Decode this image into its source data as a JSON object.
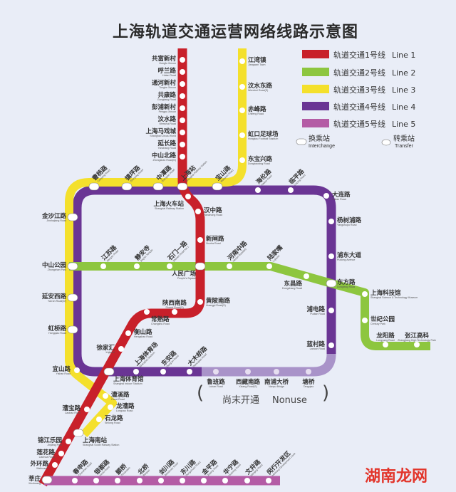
{
  "title": "上海轨道交通运营网络线路示意图",
  "colors": {
    "line1": "#c8202a",
    "line2": "#8dc63f",
    "line3": "#f4e02c",
    "line4": "#6a3594",
    "line4_unopened": "#a993c9",
    "line5": "#b45ca5",
    "background": "#e9edf7"
  },
  "legend": {
    "lines": [
      {
        "cn": "轨道交通1号线",
        "en": "Line 1"
      },
      {
        "cn": "轨道交通2号线",
        "en": "Line 2"
      },
      {
        "cn": "轨道交通3号线",
        "en": "Line 3"
      },
      {
        "cn": "轨道交通4号线",
        "en": "Line 4"
      },
      {
        "cn": "轨道交通5号线",
        "en": "Line 5"
      }
    ],
    "interchange_cn": "换乘站",
    "interchange_en": "Interchange",
    "transfer_cn": "转乘站",
    "transfer_en": "Transfer"
  },
  "nonuse": {
    "cn": "尚末开通",
    "en": "Nonuse"
  },
  "watermark": "湖南龙网",
  "stations": [
    {
      "name": "共富新村",
      "en": "Gongfu Xincun"
    },
    {
      "name": "呼兰路",
      "en": "Hulan Road"
    },
    {
      "name": "通河新村",
      "en": "Tonghe Xincun"
    },
    {
      "name": "共康路",
      "en": "Gongkang Road"
    },
    {
      "name": "彭浦新村",
      "en": "Pengpu Xincun"
    },
    {
      "name": "汶水路",
      "en": "Wenshui Road"
    },
    {
      "name": "上海马戏城",
      "en": "Shanghai Circus World"
    },
    {
      "name": "延长路",
      "en": "Yanchang Road"
    },
    {
      "name": "中山北路",
      "en": "Zhongshan Road(N)"
    },
    {
      "name": "江湾镇",
      "en": "Jiangwan Town"
    },
    {
      "name": "汶水东路",
      "en": "Wenshui Road(E)"
    },
    {
      "name": "赤峰路",
      "en": "Chifeng Road"
    },
    {
      "name": "虹口足球场",
      "en": "Hongkou Football Stadium"
    },
    {
      "name": "东宝兴路",
      "en": "Dongbaoxing Road"
    },
    {
      "name": "曹杨路",
      "en": "Caoyang Road"
    },
    {
      "name": "镇坪路",
      "en": "Zhenping Road"
    },
    {
      "name": "中潭路",
      "en": "Zhongtan Road"
    },
    {
      "name": "上海站",
      "en": "Shanghai Railway Station"
    },
    {
      "name": "宝山路",
      "en": "Baoshan Road"
    },
    {
      "name": "海伦路",
      "en": "Hailun Road"
    },
    {
      "name": "临平路",
      "en": "Linping Road"
    },
    {
      "name": "上海火车站",
      "en": "Shanghai Railway Station"
    },
    {
      "name": "汉中路",
      "en": "Hanzhong Road"
    },
    {
      "name": "新闸路",
      "en": "Xinzha Road"
    },
    {
      "name": "人民广场",
      "en": "People's Square"
    },
    {
      "name": "黄陂南路",
      "en": "Huangpi Road(S)"
    },
    {
      "name": "陕西南路",
      "en": "Shanxi Road(S)"
    },
    {
      "name": "常熟路",
      "en": "Changshu Road"
    },
    {
      "name": "衡山路",
      "en": "Hengshan Road"
    },
    {
      "name": "徐家汇",
      "en": "Xujiahui"
    },
    {
      "name": "上海体育馆",
      "en": "Shanghai Indoor Stadium"
    },
    {
      "name": "漕宝路",
      "en": "Caobao Road"
    },
    {
      "name": "上海南站",
      "en": "Shanghai South Railway Station"
    },
    {
      "name": "锦江乐园",
      "en": "Jinjiang Park"
    },
    {
      "name": "莲花路",
      "en": "Lianhua Road"
    },
    {
      "name": "外环路",
      "en": "Waihuanlu"
    },
    {
      "name": "莘庄",
      "en": "Xinzhuang"
    },
    {
      "name": "宜山路",
      "en": "Yishan Road"
    },
    {
      "name": "漕溪路",
      "en": "Caoxi Road"
    },
    {
      "name": "龙漕路",
      "en": "Longcao Road"
    },
    {
      "name": "石龙路",
      "en": "Shilong Road"
    },
    {
      "name": "金沙江路",
      "en": "Jinshajiang Road"
    },
    {
      "name": "中山公园",
      "en": "Zhongshan Park"
    },
    {
      "name": "延安西路",
      "en": "Yan'an Road(W)"
    },
    {
      "name": "虹桥路",
      "en": "Hongqiao Road"
    },
    {
      "name": "大连路",
      "en": "Dalian Road"
    },
    {
      "name": "杨树浦路",
      "en": "Yangshupu Road"
    },
    {
      "name": "浦东大道",
      "en": "Pudong Avenue"
    },
    {
      "name": "东方路",
      "en": "Dongfang Road"
    },
    {
      "name": "浦电路",
      "en": "Pudian Road"
    },
    {
      "name": "蓝村路",
      "en": "Lancun Road"
    },
    {
      "name": "上海体育场",
      "en": "Shanghai Stadium"
    },
    {
      "name": "东安路",
      "en": "Dong'an Road"
    },
    {
      "name": "大木桥路",
      "en": "Damuqiao Road"
    },
    {
      "name": "鲁班路",
      "en": "Luban Road"
    },
    {
      "name": "西藏南路",
      "en": "Xizang Road(S)"
    },
    {
      "name": "南浦大桥",
      "en": "Nanpu Bridge"
    },
    {
      "name": "塘桥",
      "en": "Tangqiao"
    },
    {
      "name": "江苏路",
      "en": "Jiangsu Road"
    },
    {
      "name": "静安寺",
      "en": "Jing'an Temple"
    },
    {
      "name": "石门一路",
      "en": "Shimen Road No.1"
    },
    {
      "name": "河南中路",
      "en": "Henan Road(M)"
    },
    {
      "name": "陆家嘴",
      "en": "Lujiazui"
    },
    {
      "name": "东昌路",
      "en": "Dongchang Road"
    },
    {
      "name": "上海科技馆",
      "en": "Shanghai Science & Technology Museum"
    },
    {
      "name": "世纪公园",
      "en": "Century Park"
    },
    {
      "name": "龙阳路",
      "en": "Longyang Road"
    },
    {
      "name": "张江高科",
      "en": "Zhangjiang High Technology Park"
    },
    {
      "name": "春申路",
      "en": "Chunshen Road"
    },
    {
      "name": "银都路",
      "en": "Yindu Road"
    },
    {
      "name": "颛桥",
      "en": "Zhuanqiao"
    },
    {
      "name": "北桥",
      "en": "Beiqiao"
    },
    {
      "name": "剑川路",
      "en": "Jianchuan Road"
    },
    {
      "name": "东川路",
      "en": "Dongchuan Road"
    },
    {
      "name": "金平路",
      "en": "Jinping Road"
    },
    {
      "name": "华宁路",
      "en": "Huaning Road"
    },
    {
      "name": "文井路",
      "en": "Wenjing Road"
    },
    {
      "name": "闵行开发区",
      "en": "Minhang Development Zone"
    }
  ]
}
